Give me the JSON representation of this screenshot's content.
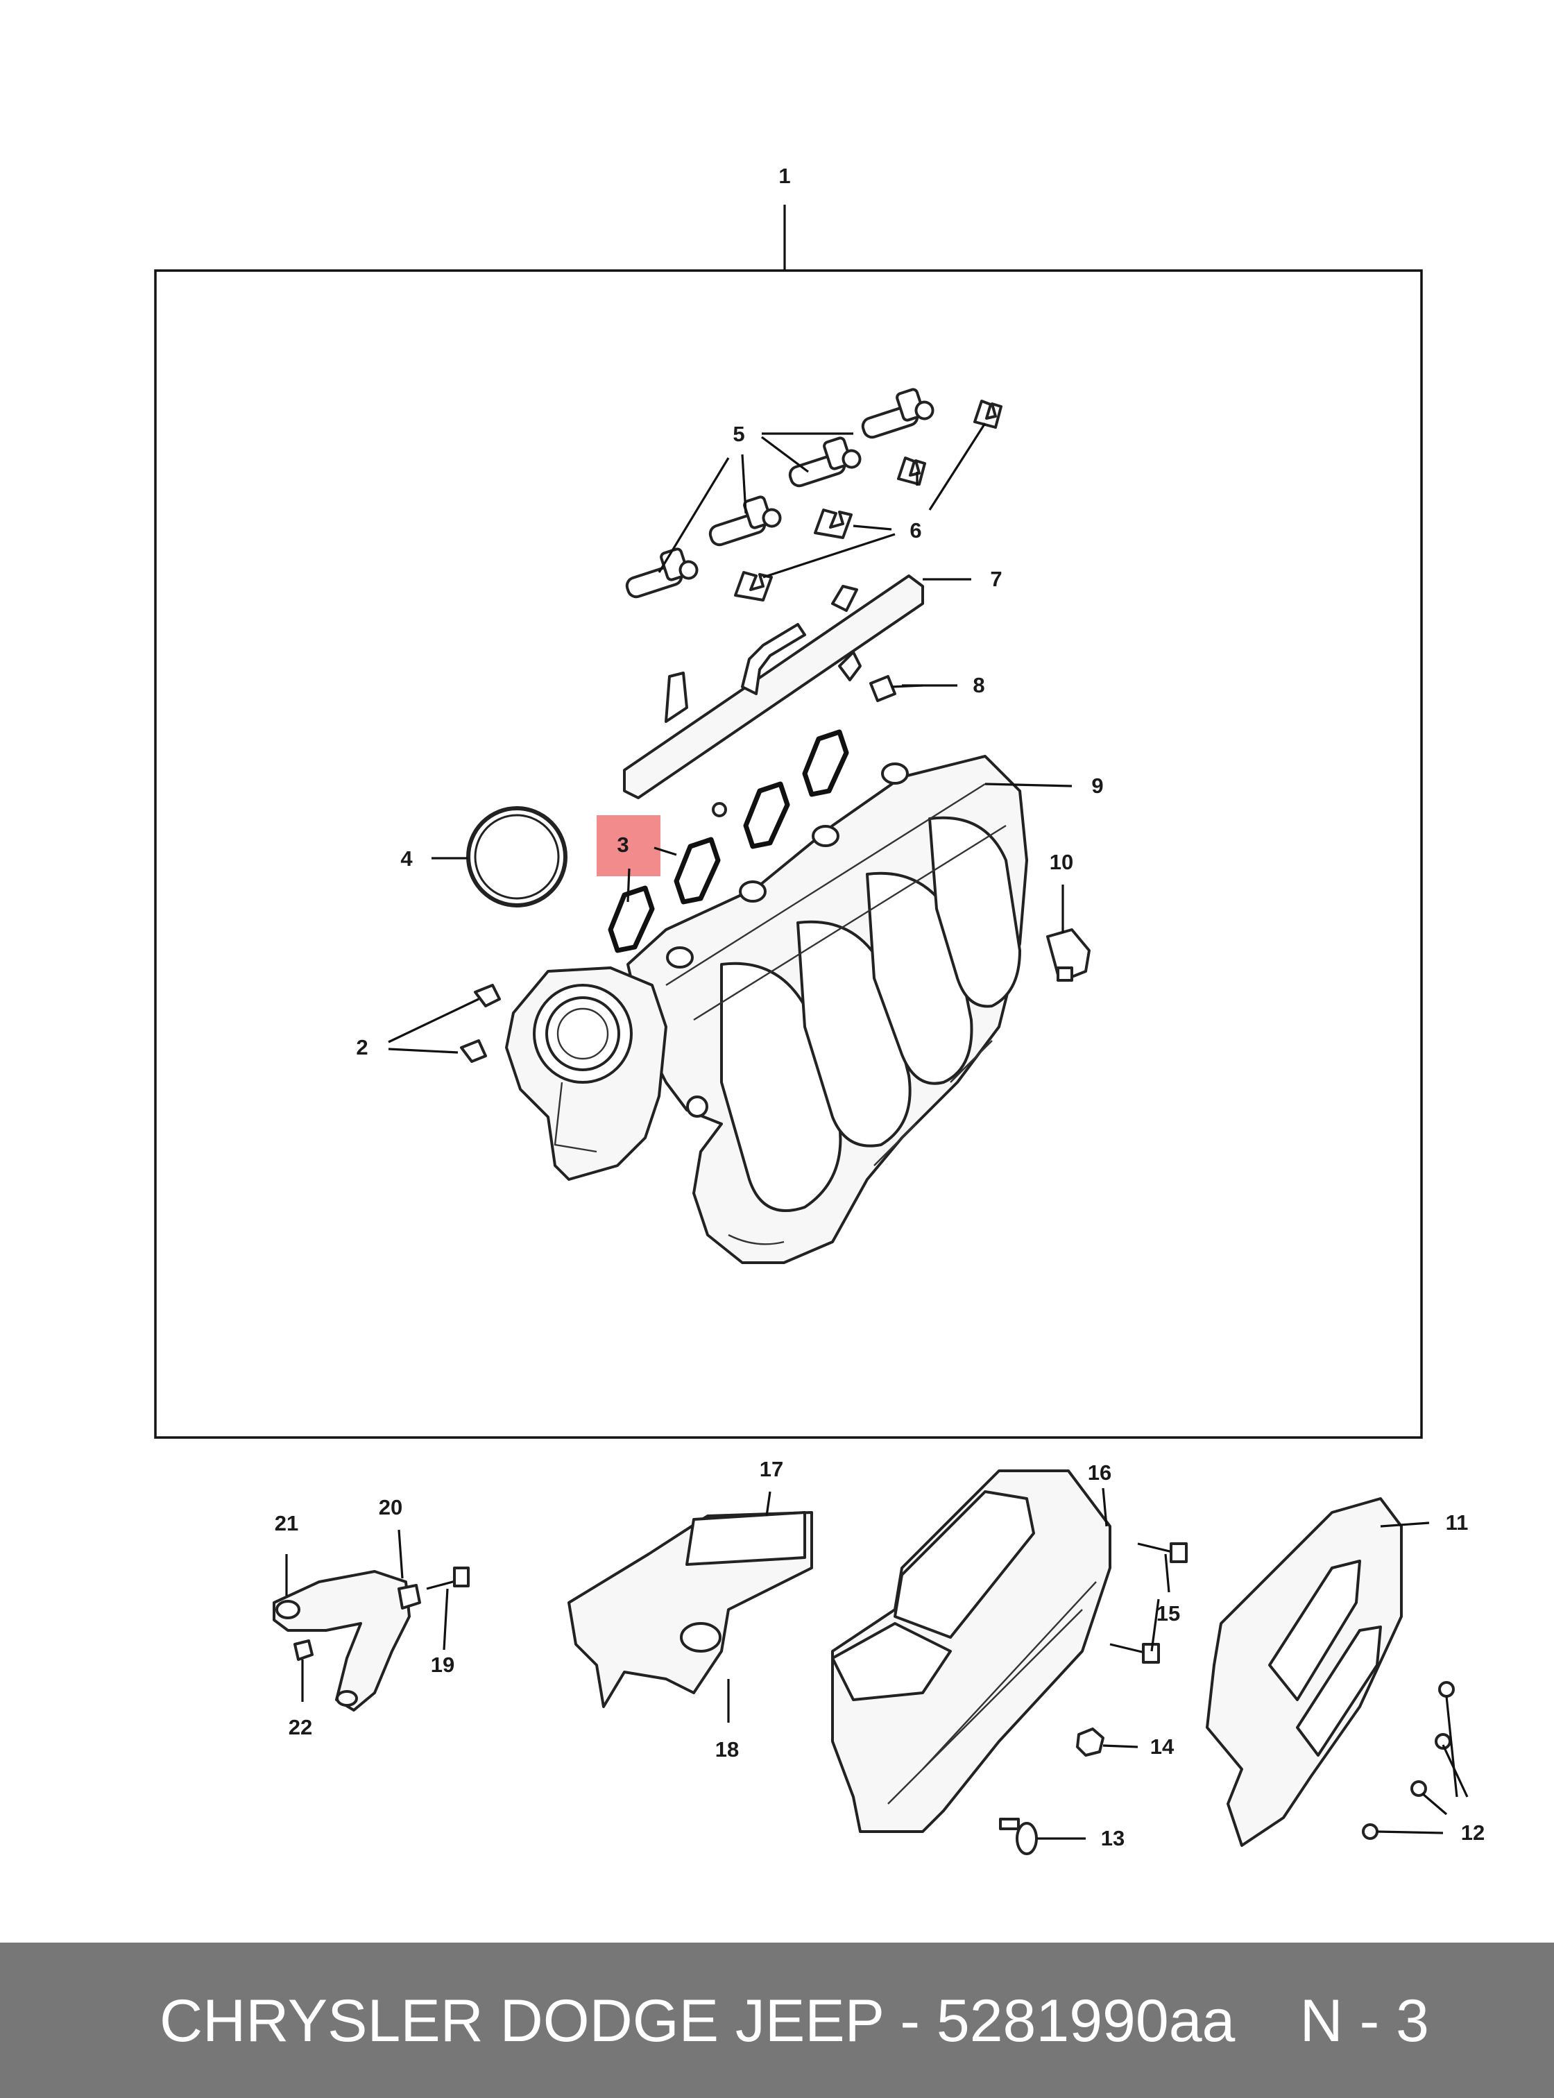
{
  "labels": {
    "p1": "1",
    "p2": "2",
    "p3": "3",
    "p4": "4",
    "p5": "5",
    "p6": "6",
    "p7": "7",
    "p8": "8",
    "p9": "9",
    "p10": "10",
    "p11": "11",
    "p12": "12",
    "p13": "13",
    "p14": "14",
    "p15": "15",
    "p16": "16",
    "p17": "17",
    "p18": "18",
    "p19": "19",
    "p20": "20",
    "p21": "21",
    "p22": "22"
  },
  "highlight": {
    "label": "p3",
    "color": "#f28b8b"
  },
  "footer": {
    "title": "CHRYSLER DODGE JEEP - 5281990aa",
    "page": "N - 3",
    "background": "#777777",
    "text_color": "#ffffff"
  }
}
